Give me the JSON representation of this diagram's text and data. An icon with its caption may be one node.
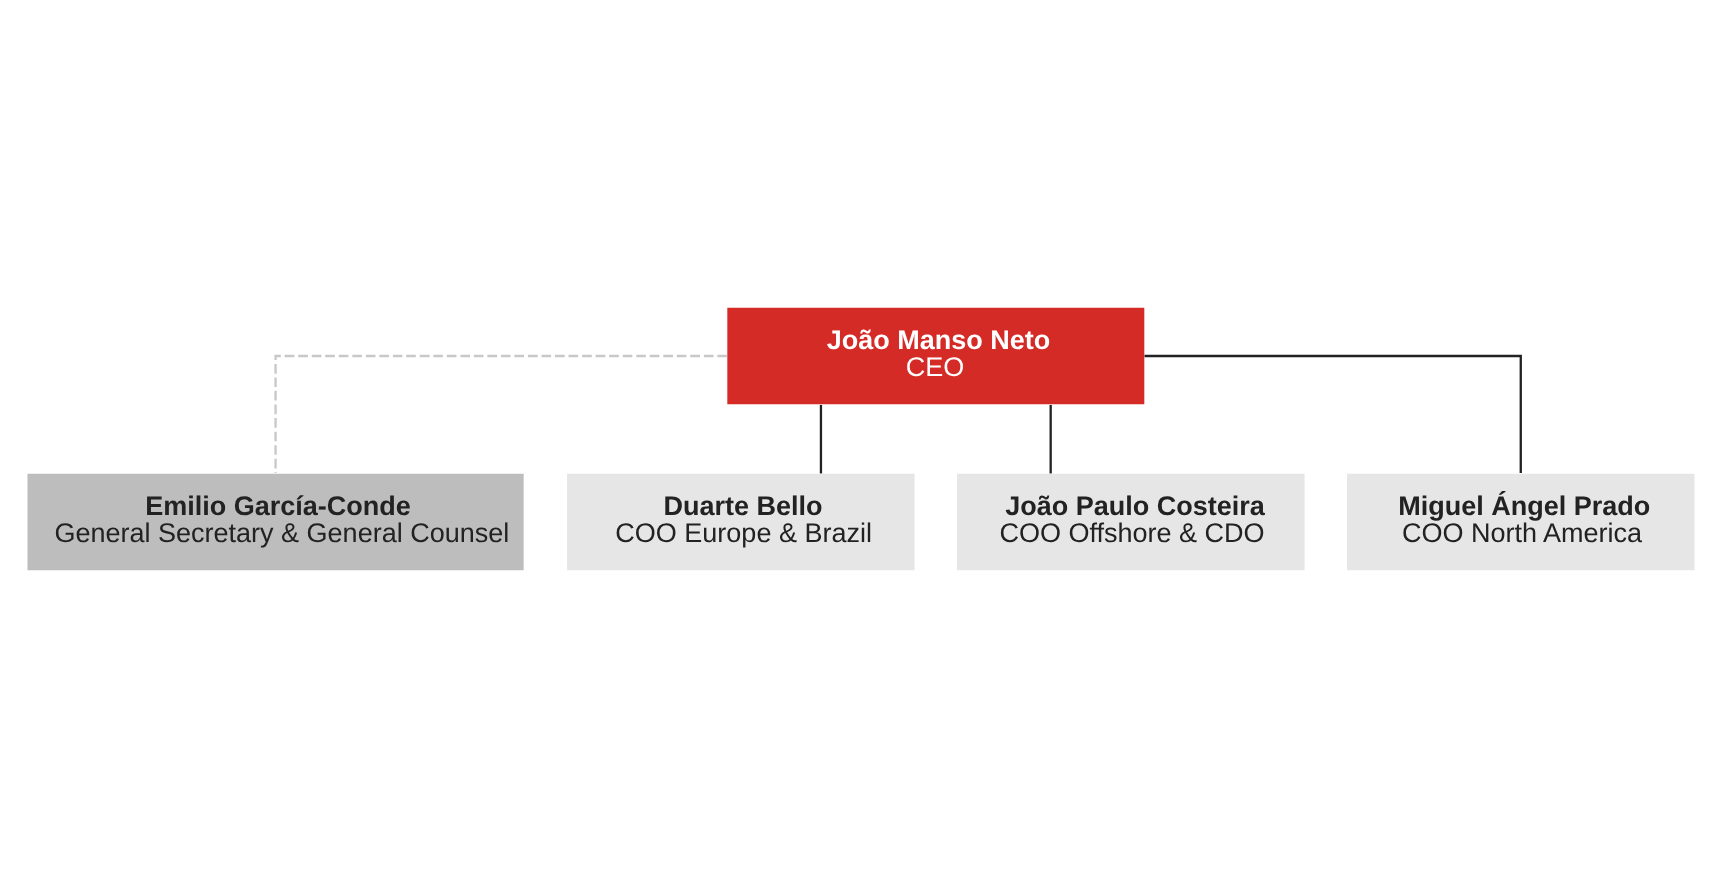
{
  "diagram": {
    "nodes": [
      {
        "text": [
          "João Manso Neto",
          "CEO"
        ]
      },
      {
        "text": [
          "Emilio García-Conde",
          "General Secretary & General Counsel"
        ]
      },
      {
        "text": [
          "Duarte Bello",
          "COO Europe & Brazil"
        ]
      },
      {
        "text": [
          "João Paulo Costeira",
          "COO Offshore & CDO"
        ]
      },
      {
        "text": [
          "Miguel Ángel Prado",
          "COO North America"
        ]
      }
    ],
    "edges": [
      {
        "from": 0,
        "to": 1,
        "arrow": "none",
        "style": "dashed",
        "color": "#c8c8c8"
      },
      {
        "from": 0,
        "to": 2,
        "arrow": "none"
      },
      {
        "from": 0,
        "to": 3,
        "arrow": "none"
      },
      {
        "from": 0,
        "to": 4,
        "arrow": "none"
      }
    ]
  }
}
